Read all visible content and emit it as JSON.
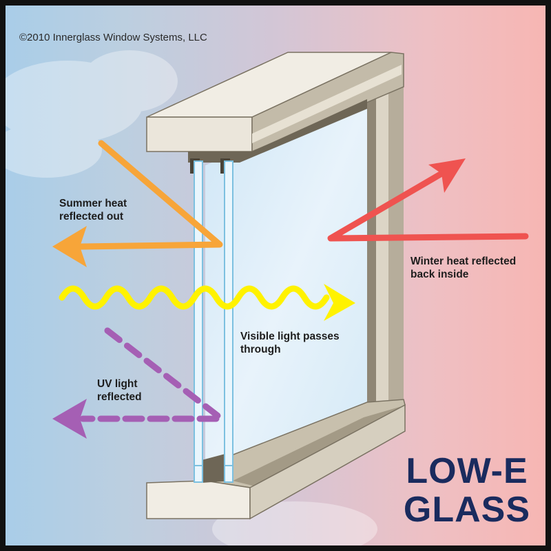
{
  "copyright": "©2010 Innerglass Window Systems, LLC",
  "labels": {
    "summer": "Summer heat\nreflected out",
    "winter": "Winter heat reflected\nback inside",
    "visible": "Visible light passes\nthrough",
    "uv": "UV light\nreflected"
  },
  "title": {
    "line1": "LOW-E",
    "line2": "GLASS"
  },
  "colors": {
    "summer_arrow": "#f7a539",
    "winter_arrow": "#ef5350",
    "visible_wave": "#fff200",
    "uv_arrow": "#a55fb4",
    "title": "#1a2b5e",
    "frame_light": "#ece7dc",
    "frame_shadow": "#a89f8e"
  }
}
